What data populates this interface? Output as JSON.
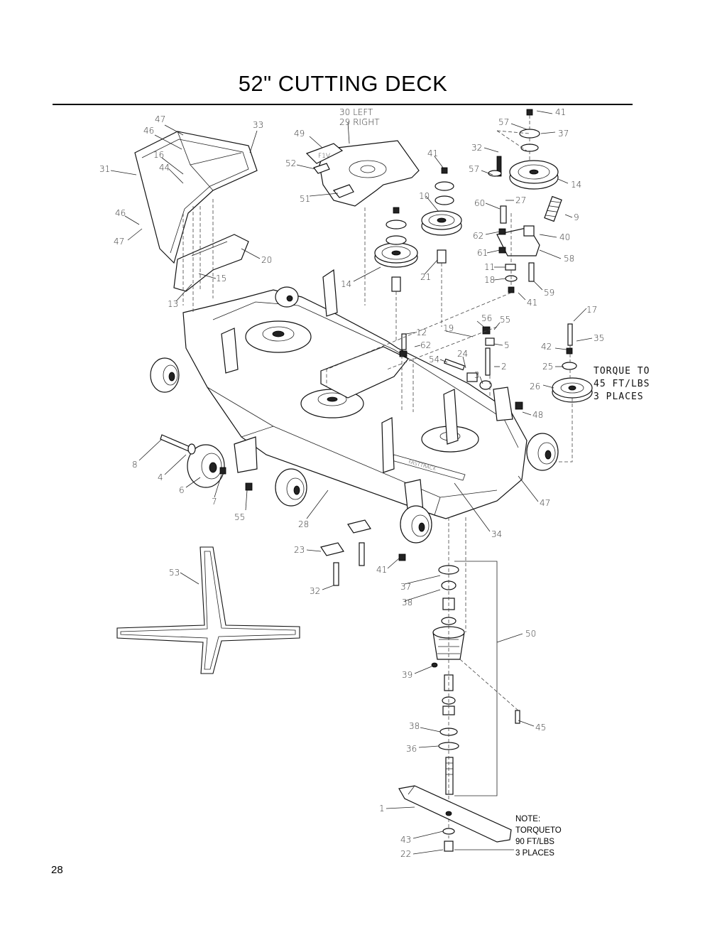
{
  "title": "52\" CUTTING DECK",
  "page_number": "28",
  "torque_note_1": [
    "TORQUE TO",
    "45 FT/LBS",
    "3 PLACES"
  ],
  "torque_note_2": [
    "NOTE:",
    "TORQUETO",
    "90 FT/LBS",
    "3 PLACES"
  ],
  "callouts": {
    "c30": "30 LEFT",
    "c29": "29 RIGHT",
    "c47a": "47",
    "c46a": "46",
    "c33": "33",
    "c16": "16",
    "c44": "44",
    "c31": "31",
    "c46b": "46",
    "c47b": "47",
    "c20": "20",
    "c15": "15",
    "c13": "13",
    "c49": "49",
    "c52": "52",
    "c51": "51",
    "c41a": "41",
    "c10": "10",
    "c14a": "14",
    "c21": "21",
    "c57a": "57",
    "c41b": "41",
    "c37a": "37",
    "c32a": "32",
    "c57b": "57",
    "c14b": "14",
    "c27": "27",
    "c60": "60",
    "c9": "9",
    "c62a": "62",
    "c40": "40",
    "c61": "61",
    "c58": "58",
    "c11": "11",
    "c18": "18",
    "c59": "59",
    "c41c": "41",
    "c17": "17",
    "c35": "35",
    "c42": "42",
    "c25": "25",
    "c26": "26",
    "c56": "56",
    "c55a": "55",
    "c19": "19",
    "c12": "12",
    "c62b": "62",
    "c5": "5",
    "c54": "54",
    "c24": "24",
    "c3": "3",
    "c2": "2",
    "c48": "48",
    "c8": "8",
    "c4": "4",
    "c6": "6",
    "c7": "7",
    "c55b": "55",
    "c28": "28",
    "c47c": "47",
    "c34": "34",
    "c23": "23",
    "c41d": "41",
    "c32b": "32",
    "c53": "53",
    "c37b": "37",
    "c38a": "38",
    "c50": "50",
    "c39": "39",
    "c45": "45",
    "c38b": "38",
    "c36": "36",
    "c1": "1",
    "c43": "43",
    "c22": "22"
  }
}
